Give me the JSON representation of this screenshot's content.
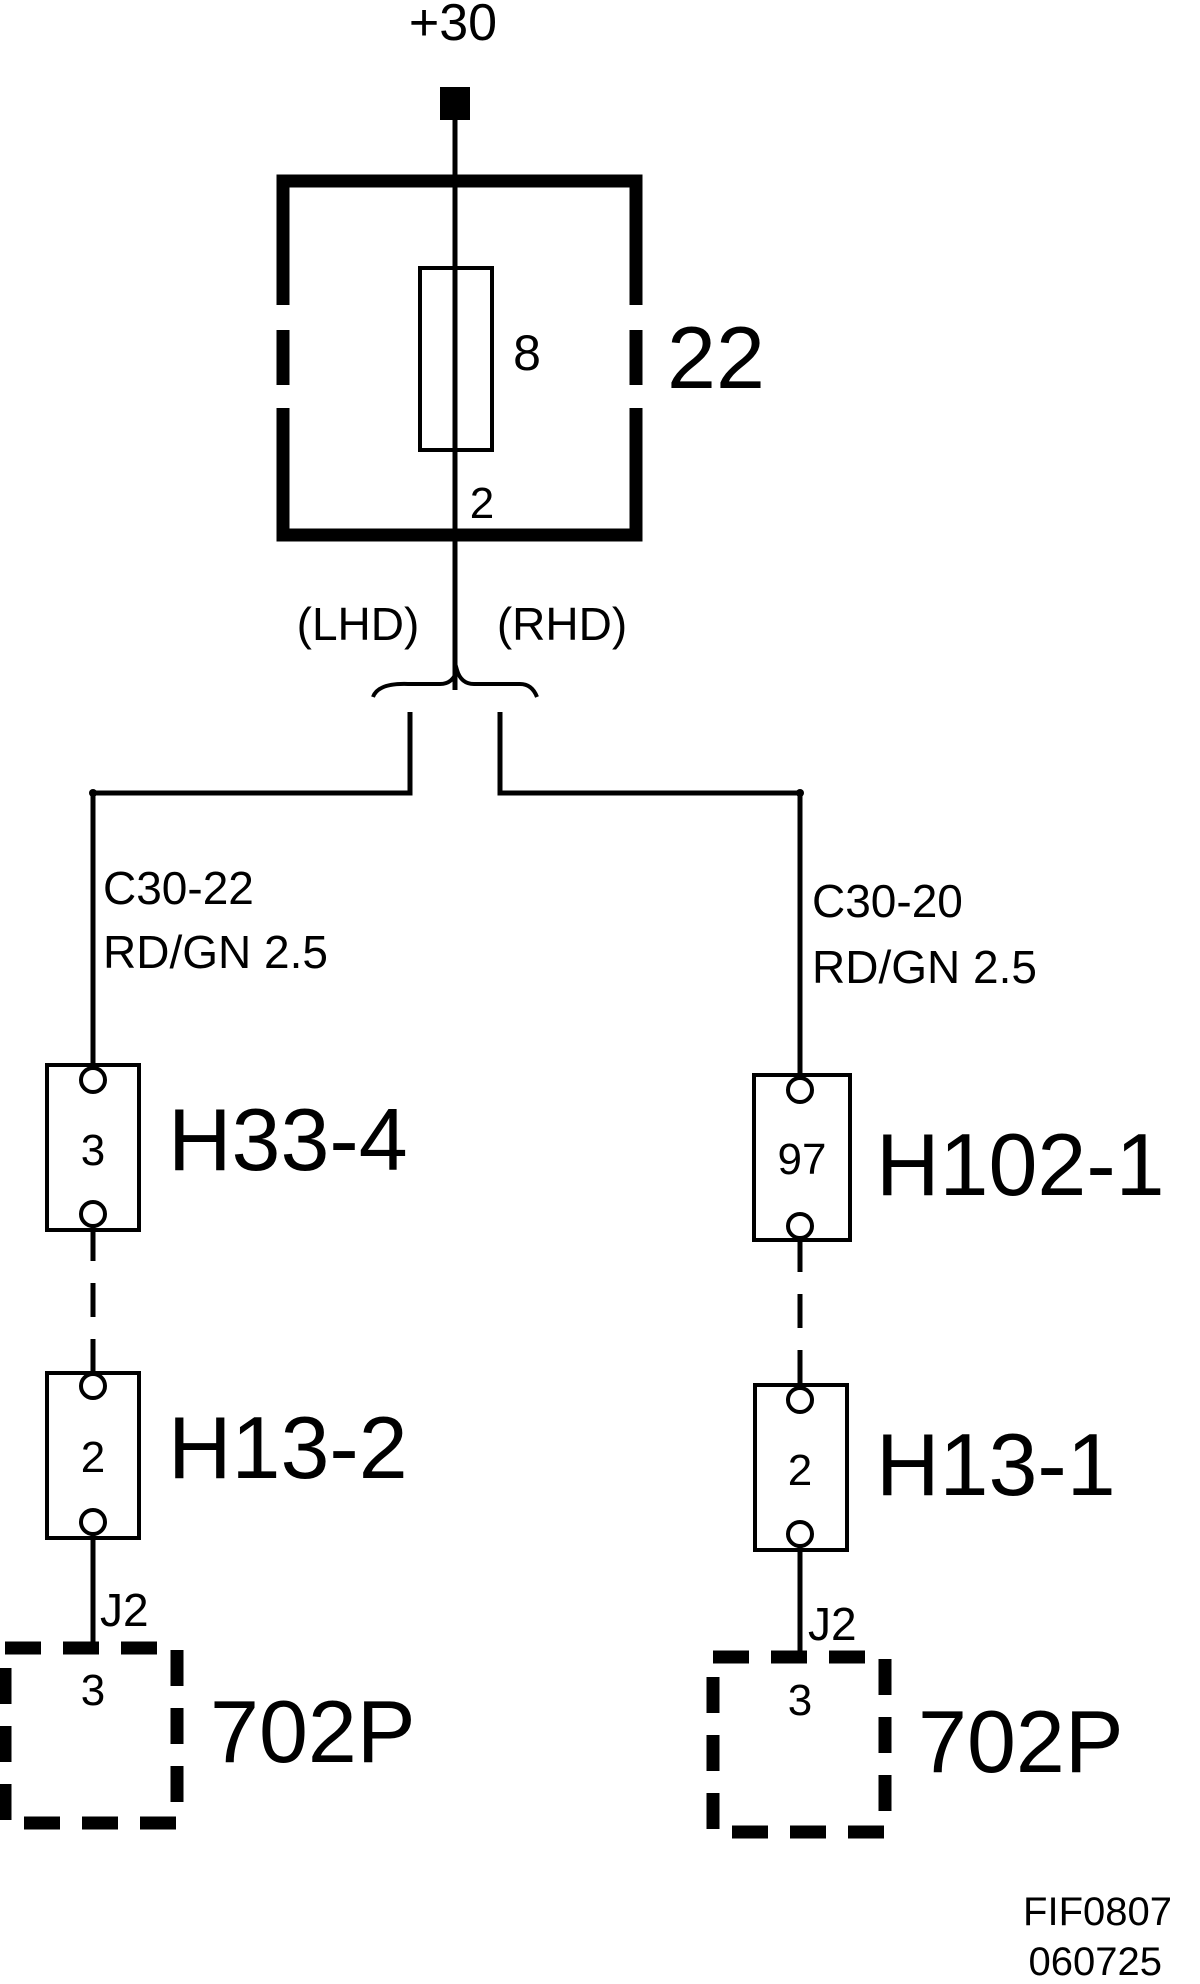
{
  "supply": {
    "label": "+30"
  },
  "fuse_box": {
    "id": "22",
    "fuse_number": "8",
    "output_pin": "2"
  },
  "variants": {
    "lhd": "(LHD)",
    "rhd": "(RHD)"
  },
  "branches": [
    {
      "wire_id": "C30-22",
      "wire_spec": "RD/GN 2.5",
      "connector_a": {
        "id": "H33-4",
        "pin": "3"
      },
      "connector_b": {
        "id": "H13-2",
        "pin": "2"
      },
      "junction": "J2",
      "component": {
        "id": "702P",
        "pin": "3"
      }
    },
    {
      "wire_id": "C30-20",
      "wire_spec": "RD/GN 2.5",
      "connector_a": {
        "id": "H102-1",
        "pin": "97"
      },
      "connector_b": {
        "id": "H13-1",
        "pin": "2"
      },
      "junction": "J2",
      "component": {
        "id": "702P",
        "pin": "3"
      }
    }
  ],
  "footer": {
    "code": "FIF0807",
    "date": "060725"
  }
}
